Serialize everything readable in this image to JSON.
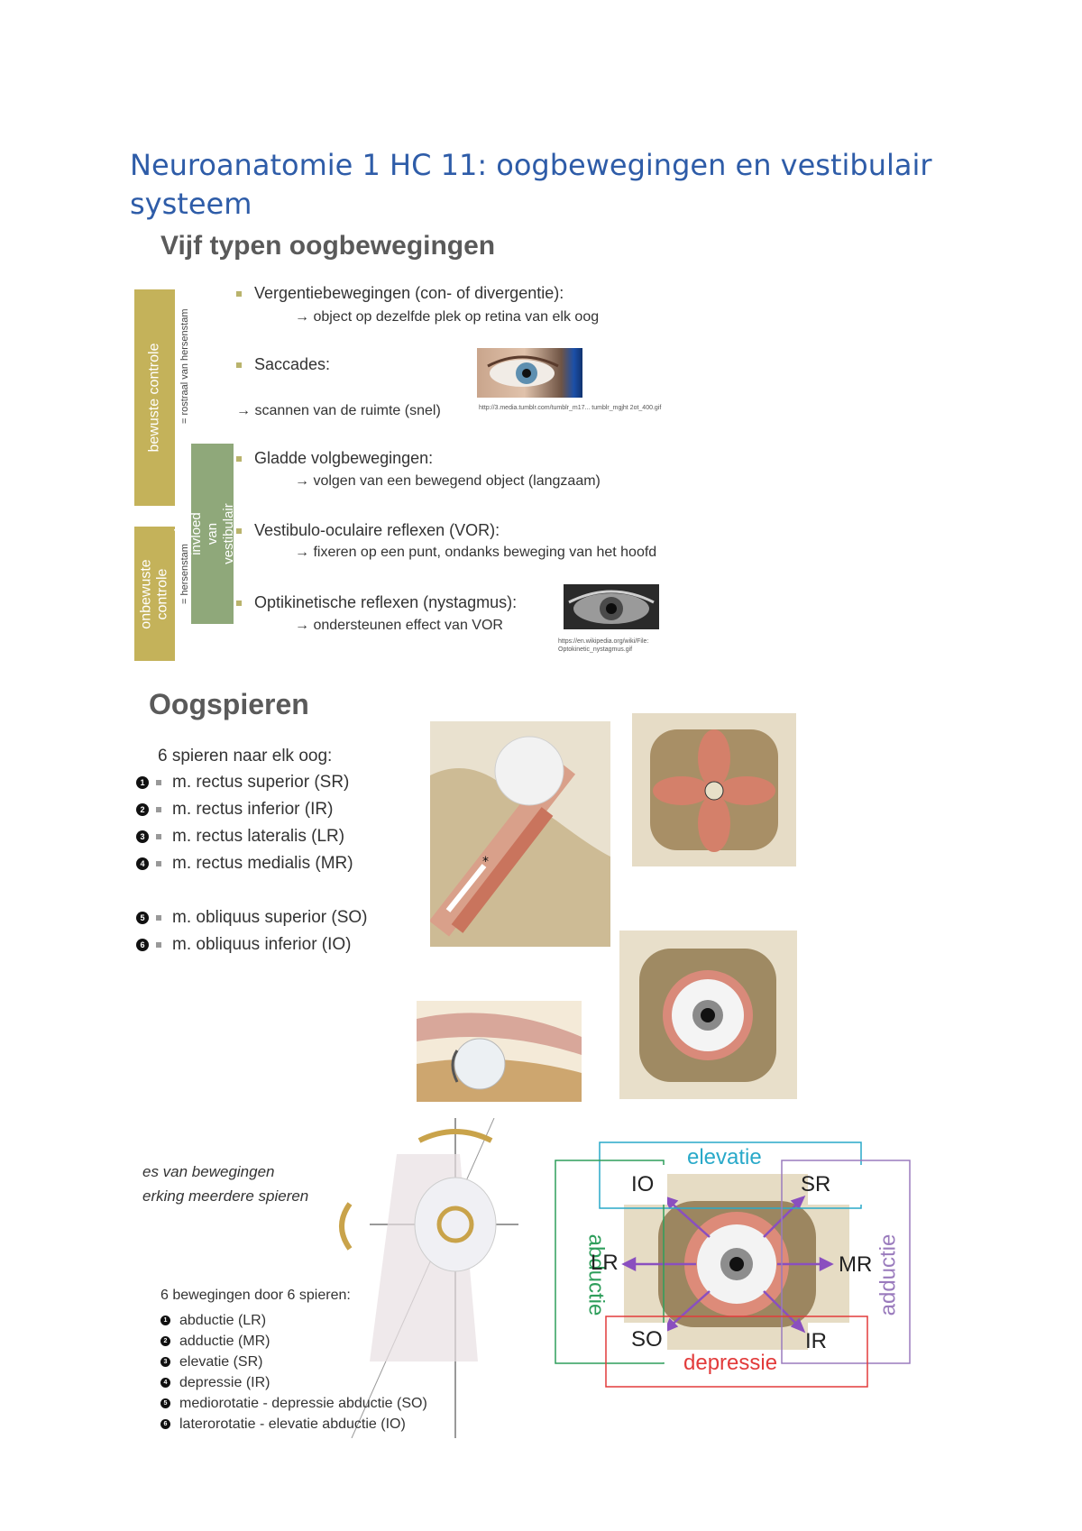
{
  "title": "Neuroanatomie 1 HC 11: oogbewegingen en vestibulair systeem",
  "slide1": {
    "heading": "Vijf typen oogbewegingen",
    "sidebars": {
      "bewust": "bewuste controle",
      "onbewust": "onbewuste controle",
      "vestibulair": "onder invloed van vestibulair systeem",
      "hersenstam_rostraal": "= rostraal van hersenstam",
      "hersenstam": "= hersenstam"
    },
    "items": [
      {
        "label": "Vergentiebewegingen (con- of divergentie):",
        "sub": "→ object op dezelfde plek op retina van elk oog"
      },
      {
        "label": "Saccades:",
        "sub": "→ scannen van de ruimte (snel)"
      },
      {
        "label": "Gladde volgbewegingen:",
        "sub": "→ volgen van een bewegend object (langzaam)"
      },
      {
        "label": "Vestibulo-oculaire reflexen (VOR):",
        "sub": "→ fixeren op een punt, ondanks beweging van het hoofd"
      },
      {
        "label": "Optikinetische reflexen (nystagmus):",
        "sub": "→ ondersteunen effect van VOR"
      }
    ],
    "captions": {
      "saccade_url": "http://3.media.tumblr.com/tumblr_m17... tumblr_mgjht 2ot_400.gif",
      "nystagmus_url": "https://en.wikipedia.org/wiki/File: Optokinetic_nystagmus.gif"
    }
  },
  "slide2": {
    "heading": "Oogspieren",
    "intro": "6 spieren naar elk oog:",
    "muscles": [
      {
        "num": "1",
        "label": "m. rectus superior (SR)"
      },
      {
        "num": "2",
        "label": "m. rectus inferior (IR)"
      },
      {
        "num": "3",
        "label": "m. rectus lateralis (LR)"
      },
      {
        "num": "4",
        "label": "m. rectus medialis (MR)"
      },
      {
        "num": "5",
        "label": "m. obliquus superior (SO)"
      },
      {
        "num": "6",
        "label": "m. obliquus inferior (IO)"
      }
    ]
  },
  "slide3": {
    "partial1": "es van bewegingen",
    "partial2": "erking meerdere spieren",
    "intro": "6 bewegingen door 6 spieren:",
    "movements": [
      {
        "num": "1",
        "label": "abductie (LR)"
      },
      {
        "num": "2",
        "label": "adductie (MR)"
      },
      {
        "num": "3",
        "label": "elevatie (SR)"
      },
      {
        "num": "4",
        "label": "depressie (IR)"
      },
      {
        "num": "5",
        "label": "mediorotatie - depressie abductie (SO)"
      },
      {
        "num": "6",
        "label": "laterorotatie - elevatie abductie (IO)"
      }
    ],
    "diagram": {
      "elevatie": "elevatie",
      "depressie": "depressie",
      "abductie": "abductie",
      "adductie": "adductie",
      "IO": "IO",
      "SR": "SR",
      "LR": "LR",
      "MR": "MR",
      "SO": "SO",
      "IR": "IR",
      "colors": {
        "elevatie": "#29a9c9",
        "depressie": "#e23b3b",
        "abductie": "#2e9e5b",
        "adductie": "#9a7bbd",
        "arrows": "#8a4fbf"
      }
    }
  }
}
